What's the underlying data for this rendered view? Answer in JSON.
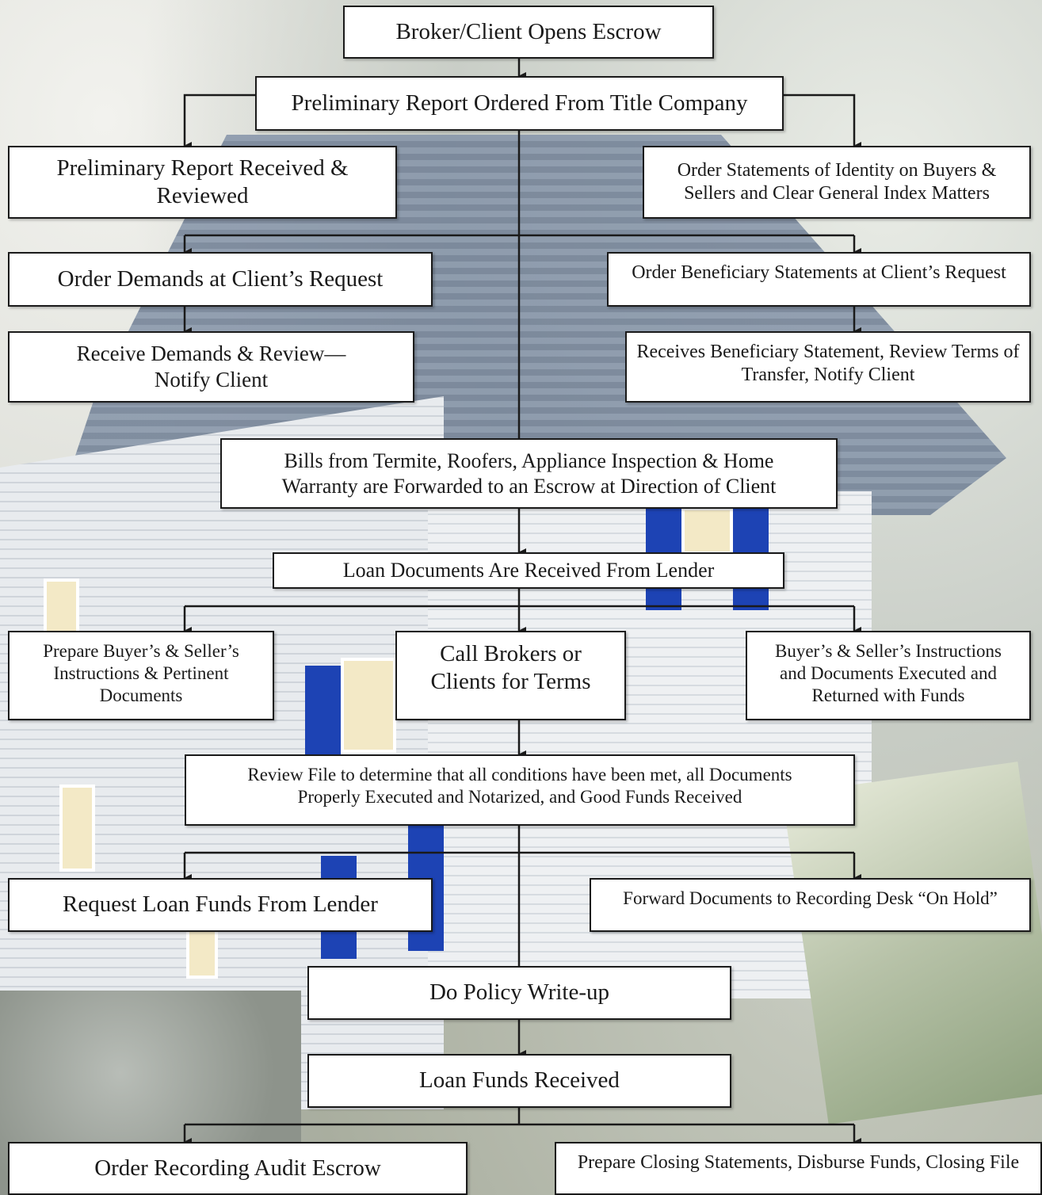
{
  "flowchart": {
    "steps": {
      "open_escrow": "Broker/Client Opens Escrow",
      "prelim_ordered": "Preliminary Report Ordered From Title Company",
      "prelim_received": "Preliminary Report Received & Reviewed",
      "statements_identity": "Order Statements of Identity on Buyers & Sellers and Clear General Index Matters",
      "order_demands": "Order Demands at Client’s Request",
      "order_beneficiary": "Order Beneficiary Statements at Client’s Request",
      "receive_demands": "Receive Demands & Review— Notify Client",
      "receives_beneficiary": "Receives Beneficiary Statement, Review Terms of Transfer, Notify Client",
      "bills": "Bills from Termite, Roofers, Appliance Inspection & Home Warranty are Forwarded to an Escrow at Direction of Client",
      "loan_docs": "Loan Documents Are Received From Lender",
      "prepare_instructions": "Prepare Buyer’s & Seller’s Instructions & Pertinent Documents",
      "call_brokers": "Call Brokers or Clients for Terms",
      "docs_executed": "Buyer’s & Seller’s Instructions and Documents Executed and Returned with Funds",
      "review_file": "Review File to determine that all conditions have been met, all Documents Properly Executed and Notarized, and Good Funds Received",
      "request_funds": "Request Loan Funds From Lender",
      "forward_docs": "Forward Documents to Recording Desk “On Hold”",
      "policy_writeup": "Do Policy Write-up",
      "funds_received": "Loan Funds Received",
      "recording_audit": "Order Recording Audit Escrow",
      "closing_statements": "Prepare Closing Statements, Disburse Funds, Closing File"
    }
  },
  "colors": {
    "box_fill": "#ffffff",
    "box_border": "#1a1a1a",
    "connector": "#1a1a1a",
    "shutter_blue": "#1d43b4",
    "roof_slate": "#7686a0"
  },
  "background": {
    "description_icon": "house-and-money-photo"
  }
}
